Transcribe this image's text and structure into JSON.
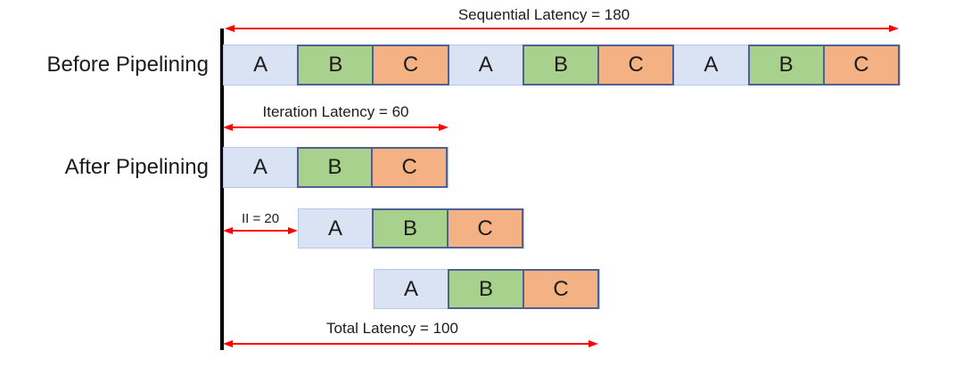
{
  "diagram": {
    "row_labels": {
      "before": "Before Pipelining",
      "after": "After Pipelining"
    },
    "annotations": {
      "sequential_latency": "Sequential Latency = 180",
      "iteration_latency": "Iteration Latency = 60",
      "initiation_interval": "II = 20",
      "total_latency": "Total Latency = 100"
    },
    "rows": [
      {
        "name": "before-pipelining",
        "blocks": [
          "A",
          "B",
          "C",
          "A",
          "B",
          "C",
          "A",
          "B",
          "C"
        ]
      },
      {
        "name": "after-iteration-1",
        "blocks": [
          "A",
          "B",
          "C"
        ]
      },
      {
        "name": "after-iteration-2",
        "blocks": [
          "A",
          "B",
          "C"
        ]
      },
      {
        "name": "after-iteration-3",
        "blocks": [
          "A",
          "B",
          "C"
        ]
      }
    ],
    "stages": [
      "A",
      "B",
      "C"
    ],
    "colors": {
      "stage_a_fill": "#dae3f3",
      "stage_a_border": "#b4c7e7",
      "stage_b_fill": "#a9d18e",
      "stage_c_fill": "#f4b183",
      "stage_border": "#4e6190",
      "arrow": "#ff0000",
      "timeline": "#000000"
    }
  }
}
